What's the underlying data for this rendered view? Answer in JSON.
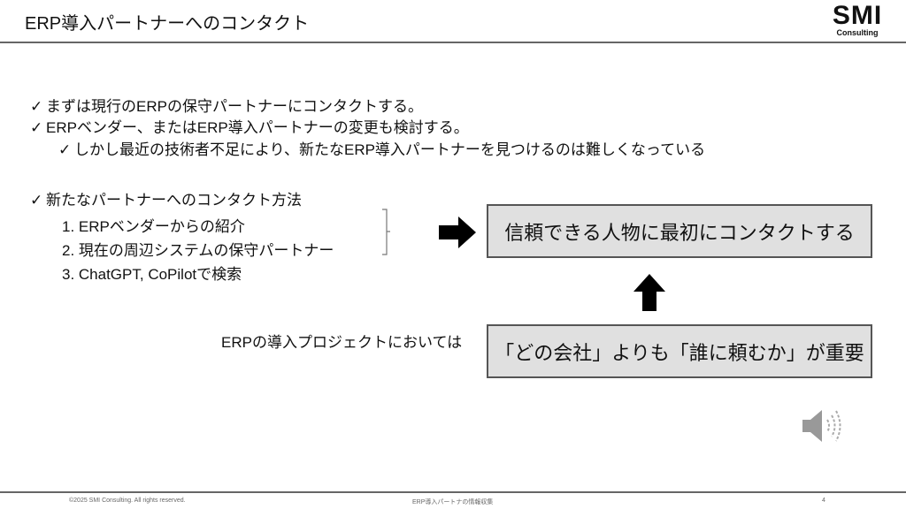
{
  "header": {
    "title": "ERP導入パートナーへのコンタクト",
    "logo_main": "SMI",
    "logo_sub": "Consulting"
  },
  "bullets": [
    {
      "text": "まずは現行のERPの保守パートナーにコンタクトする。"
    },
    {
      "text": "ERPベンダー、またはERP導入パートナーの変更も検討する。"
    },
    {
      "text": "しかし最近の技術者不足により、新たなERP導入パートナーを見つけるのは難しくなっている"
    },
    {
      "text": "新たなパートナーへのコンタクト方法"
    }
  ],
  "check_glyph": "✓",
  "methods": [
    "1.  ERPベンダーからの紹介",
    "2.  現在の周辺システムの保守パートナー",
    "3.  ChatGPT, CoPilotで検索"
  ],
  "box_top": "信頼できる人物に最初にコンタクトする",
  "box_bottom": "「どの会社」よりも「誰に頼むか」が重要",
  "lead_text": "ERPの導入プロジェクトにおいては",
  "footer": {
    "copyright": "©2025 SMI Consulting. All rights reserved.",
    "doc_title": "ERP導入パートナの情報収集",
    "page": "4"
  }
}
